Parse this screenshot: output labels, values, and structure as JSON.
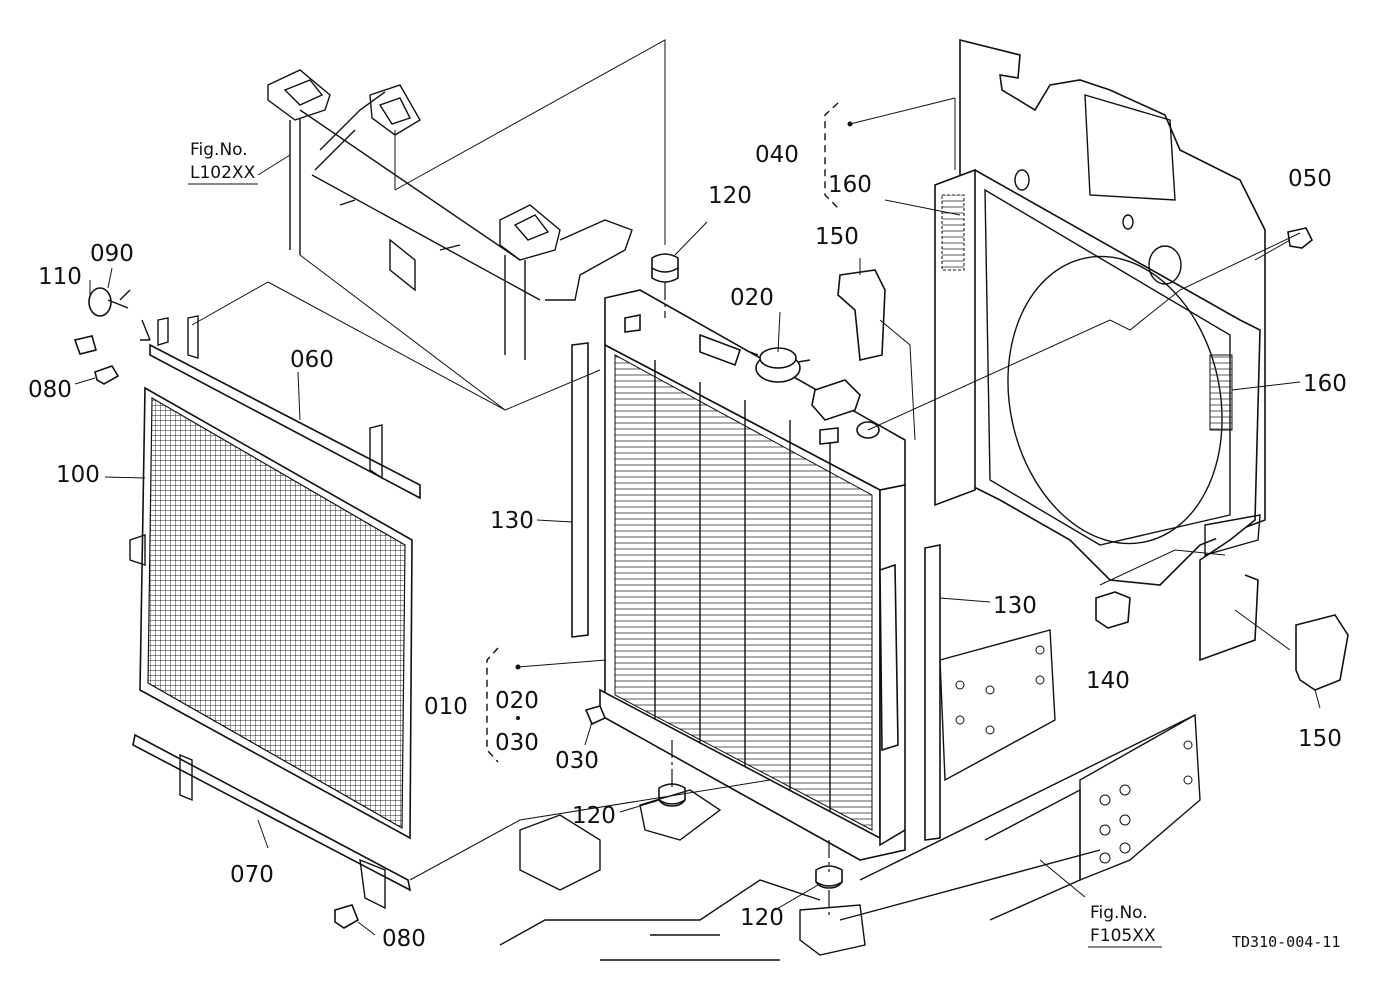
{
  "labels": {
    "p010": "010",
    "p020": "020",
    "p020b": "020",
    "p030": "030",
    "p030b": "030",
    "p040": "040",
    "p050": "050",
    "p060": "060",
    "p070": "070",
    "p080a": "080",
    "p080b": "080",
    "p090": "090",
    "p100": "100",
    "p110": "110",
    "p120a": "120",
    "p120b": "120",
    "p120c": "120",
    "p130a": "130",
    "p130b": "130",
    "p140": "140",
    "p150a": "150",
    "p150b": "150",
    "p160a": "160",
    "p160b": "160"
  },
  "refs": {
    "fig1_title": "Fig.No.",
    "fig1_code": "L102XX",
    "fig2_title": "Fig.No.",
    "fig2_code": "F105XX"
  },
  "drawing_code": "TD310-004-11"
}
